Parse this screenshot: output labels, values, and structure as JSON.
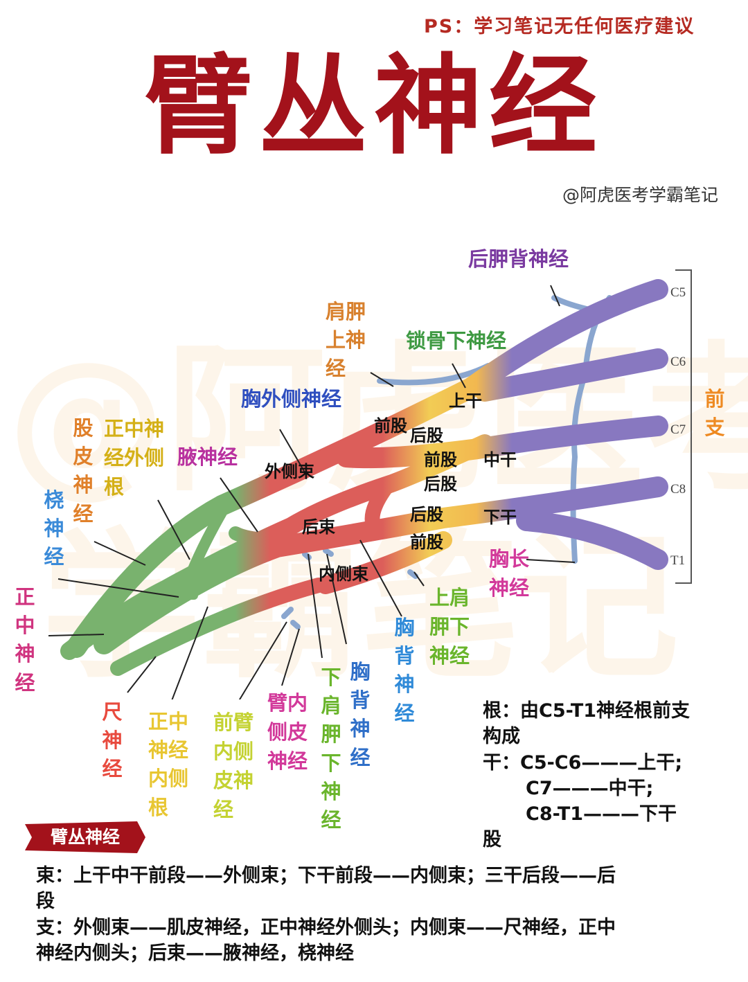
{
  "header": {
    "ps_note": "PS：学习笔记无任何医疗建议",
    "title": "臂丛神经",
    "author": "@阿虎医考学霸笔记",
    "watermark_line1": "@阿虎医考",
    "watermark_line2": "学霸笔记"
  },
  "roots": [
    "C5",
    "C6",
    "C7",
    "C8",
    "T1"
  ],
  "labels": {
    "qianzhi": "前支",
    "hou_jianjia_bei": "后胛背神经",
    "jianjia_shang": "肩胛上神经",
    "suogu_xia": "锁骨下神经",
    "shang_gan": "上干",
    "zhong_gan": "中干",
    "xia_gan": "下干",
    "qiangu_1": "前股",
    "hougu_1": "后股",
    "qiangu_2": "前股",
    "hougu_2": "后股",
    "hougu_3": "后股",
    "qiangu_3": "前股",
    "xiong_waice": "胸外侧神经",
    "waice_shu": "外侧束",
    "hou_shu": "后束",
    "neice_shu": "内侧束",
    "ye_shenjing": "腋神经",
    "gupi": "股皮神经",
    "zhengzhong_waice_gen": "正中神经外侧根",
    "rao": "桡神经",
    "zhengzhong": "正中神经",
    "chi": "尺神经",
    "zhengzhong_neice_gen": "正中神经内侧根",
    "qianbi_neice_pi": "前臂内侧皮神经",
    "bi_neice_pi": "臂内侧皮神经",
    "xia_jianjia_xia": "下肩胛下神经",
    "xiongbei_1": "胸背神经",
    "xiongbei_2": "胸背神经",
    "shang_jianjia_xia": "上肩胛下神经",
    "xiong_chang": "胸长神经"
  },
  "notes": {
    "gen_line1": "根：由C5-T1神经根前支",
    "gen_line2": "构成",
    "gan_line1": "干：C5-C6———上干;",
    "gan_line2": "C7———中干;",
    "gan_line3": "C8-T1———下干",
    "gan_line4": "股",
    "ribbon": "臂丛神经",
    "shu_line1": "束：上干中干前段——外侧束；下干前段——内侧束；三干后段——后",
    "shu_line2": "段",
    "zhi_line1": "支：外侧束——肌皮神经，正中神经外侧头；内侧束——尺神经，正中",
    "zhi_line2": "神经内侧头；后束——腋神经，桡神经"
  },
  "colors": {
    "title_red": "#a3121b",
    "root_purple": "#8878c0",
    "trunk_yellow": "#f2cc55",
    "cord_red": "#dc5e5a",
    "branch_green": "#79b26e",
    "thin_blue": "#8aa6cf"
  }
}
